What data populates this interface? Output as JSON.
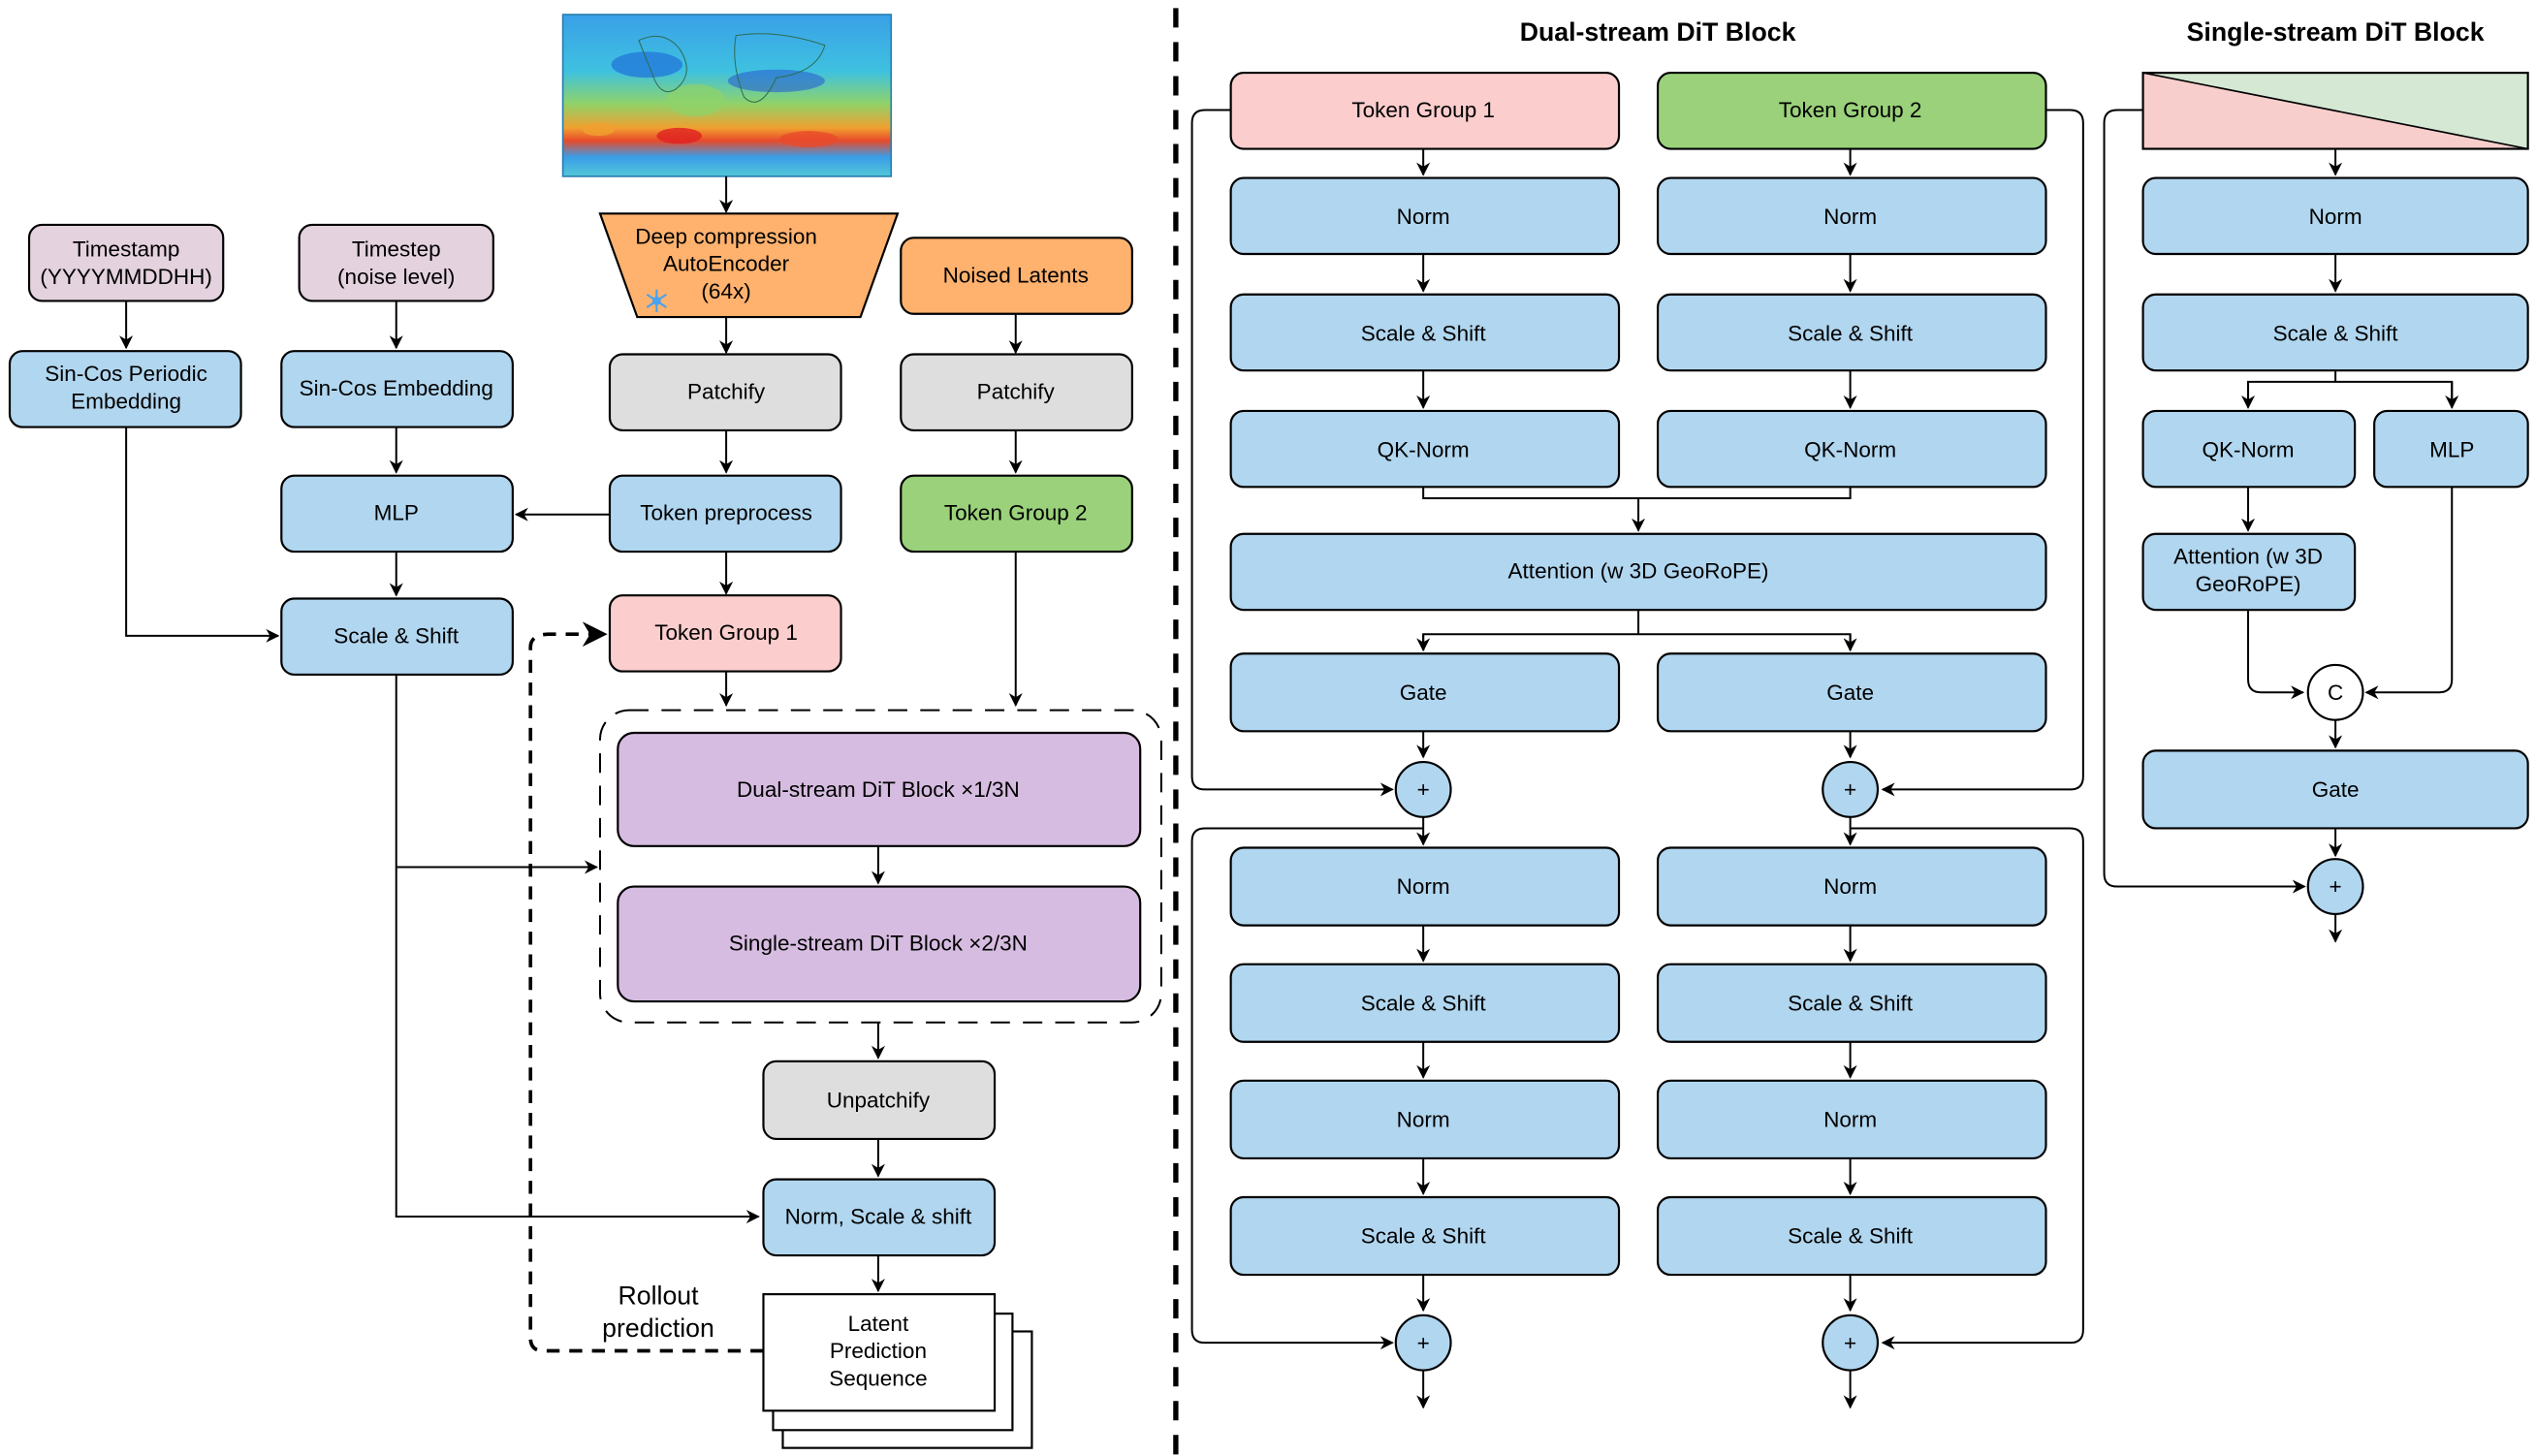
{
  "left": {
    "inputs": {
      "timestamp": [
        "Timestamp",
        "(YYYYMMDDHH)"
      ],
      "timestep": [
        "Timestep",
        "(noise level)"
      ],
      "autoencoder": [
        "Deep compression",
        "AutoEncoder",
        "(64x)"
      ],
      "noised_latents": "Noised Latents"
    },
    "sincos_periodic": [
      "Sin-Cos Periodic",
      "Embedding"
    ],
    "sincos_embedding": "Sin-Cos Embedding",
    "mlp": "MLP",
    "scale_shift": "Scale & Shift",
    "patchify_1": "Patchify",
    "patchify_2": "Patchify",
    "token_preprocess": "Token preprocess",
    "token_group_1": "Token Group 1",
    "token_group_2": "Token Group 2",
    "dual_block": "Dual-stream DiT Block ×1/3N",
    "single_block": "Single-stream DiT Block ×2/3N",
    "unpatchify": "Unpatchify",
    "norm_scale_shift": "Norm, Scale & shift",
    "latent_prediction": [
      "Latent",
      "Prediction",
      "Sequence"
    ],
    "rollout": [
      "Rollout",
      "prediction"
    ],
    "frozen_icon": "snowflake-icon"
  },
  "dual": {
    "title": "Dual-stream DiT Block",
    "token_group_1": "Token Group 1",
    "token_group_2": "Token Group 2",
    "norm": "Norm",
    "scale_shift": "Scale & Shift",
    "qk_norm": "QK-Norm",
    "attention": "Attention (w 3D GeoRoPE)",
    "gate": "Gate",
    "plus": "+"
  },
  "single": {
    "title": "Single-stream DiT Block",
    "norm": "Norm",
    "scale_shift": "Scale & Shift",
    "qk_norm": "QK-Norm",
    "mlp": "MLP",
    "attention": [
      "Attention (w 3D",
      "GeoRoPE)"
    ],
    "concat": "C",
    "gate": "Gate",
    "plus": "+"
  },
  "colors": {
    "blue": "#b1d6ef",
    "gray": "#dedede",
    "pink": "#fbcdcd",
    "green": "#9ad17a",
    "lilac": "#e4d2de",
    "orange": "#ffb26e",
    "purple": "#d6bce0"
  }
}
